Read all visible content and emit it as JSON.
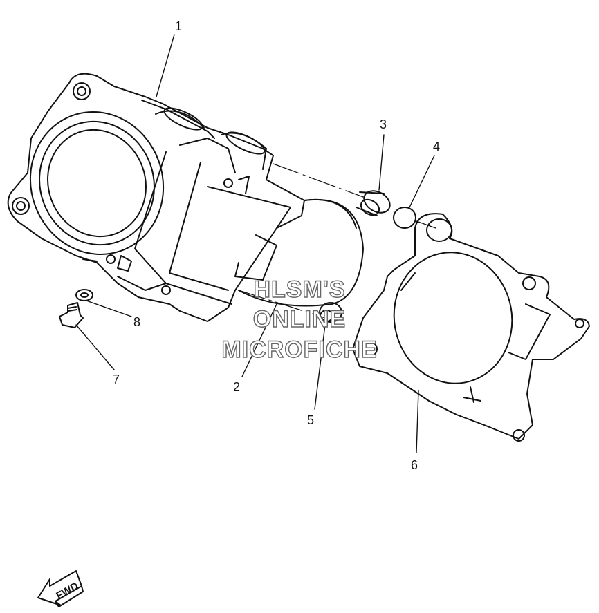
{
  "diagram": {
    "callouts": {
      "c1": "1",
      "c2": "2",
      "c3": "3",
      "c4": "4",
      "c5": "5",
      "c6": "6",
      "c7": "7",
      "c8": "8"
    },
    "watermark": {
      "line1": "HLSM'S",
      "line2": "ONLINE",
      "line3": "MICROFICHE"
    },
    "fwd_label": "FWD"
  }
}
